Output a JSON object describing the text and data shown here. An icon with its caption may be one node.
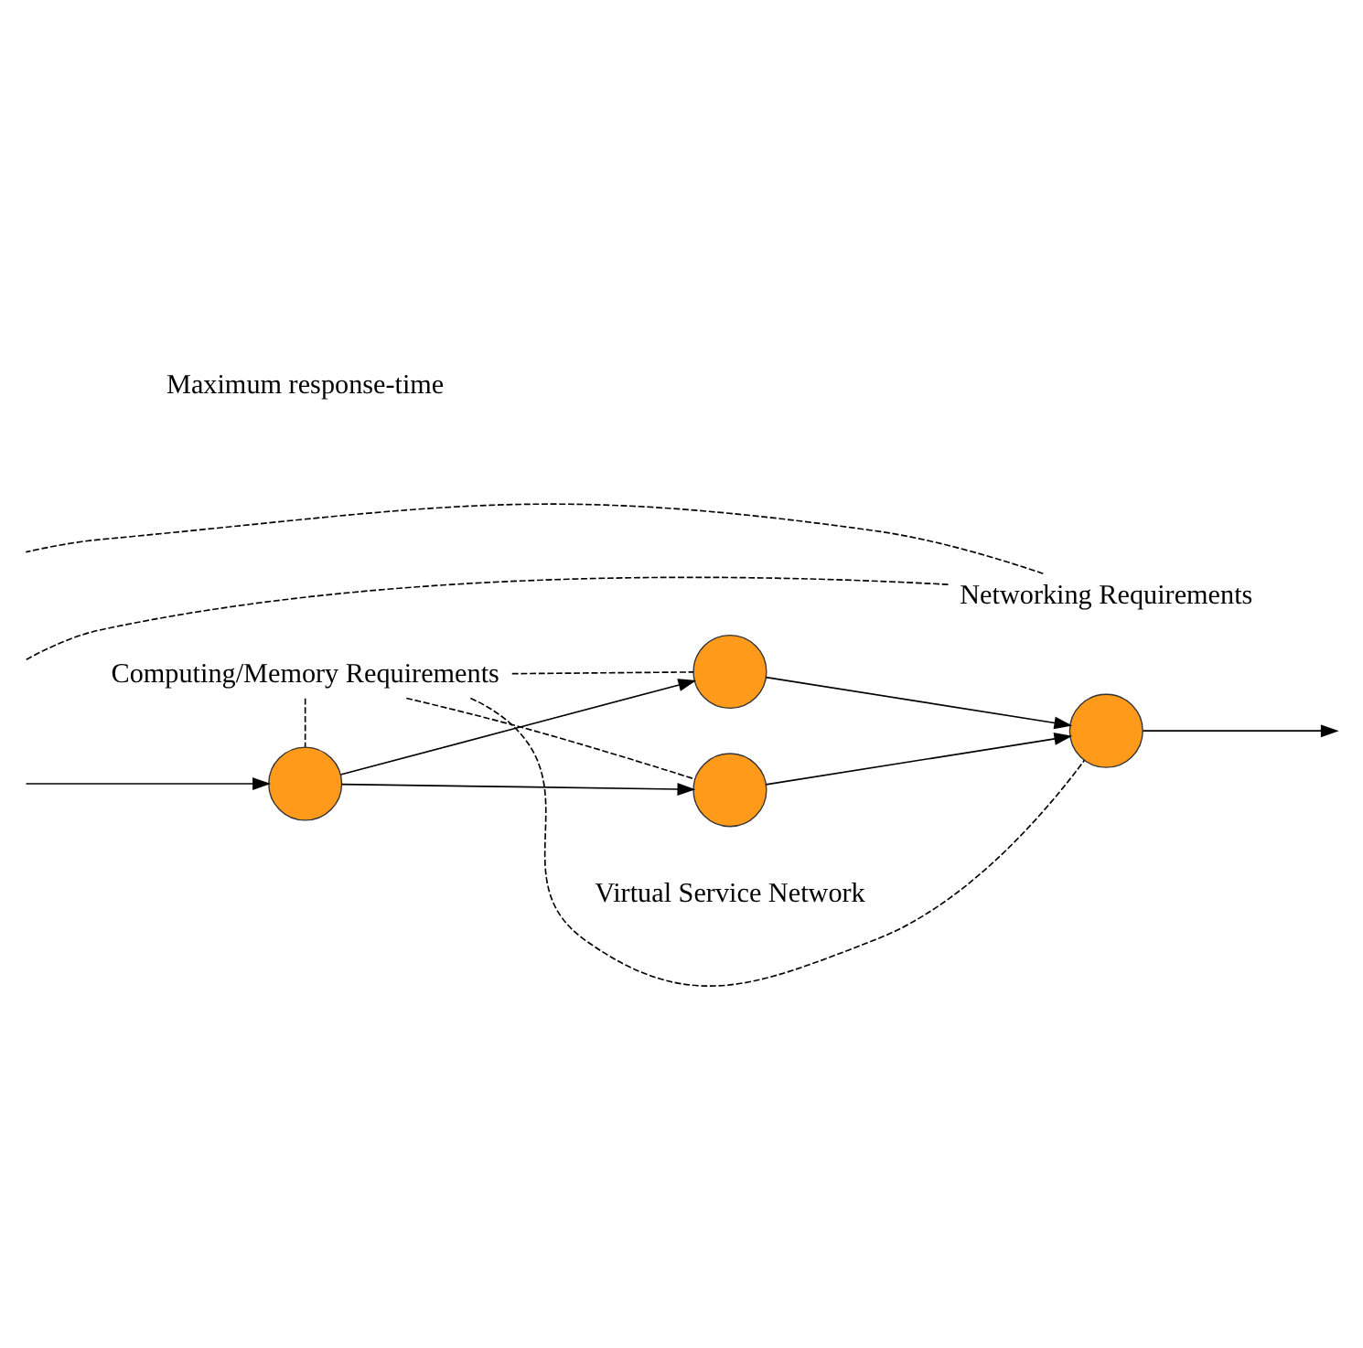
{
  "diagram": {
    "nodes": [
      {
        "text": [
          "Computing/Memory Requirements"
        ]
      },
      {
        "text": [
          "Networking Requirements"
        ]
      },
      {
        "text": [],
        "shape": "circle"
      },
      {
        "text": [],
        "shape": "circle"
      },
      {
        "text": [],
        "shape": "circle"
      },
      {
        "text": [],
        "shape": "circle"
      }
    ],
    "edges": [
      {
        "from": null,
        "to": 2,
        "arrow": "to"
      },
      {
        "from": 2,
        "to": 3,
        "arrow": "to"
      },
      {
        "from": 2,
        "to": 4,
        "arrow": "to"
      },
      {
        "from": 3,
        "to": 5,
        "arrow": "to"
      },
      {
        "from": 4,
        "to": 5,
        "arrow": "to"
      },
      {
        "from": 5,
        "to": null,
        "arrow": "to"
      },
      {
        "from": 0,
        "to": 2,
        "arrow": "none",
        "style": "dashed"
      },
      {
        "from": 0,
        "to": 3,
        "arrow": "none",
        "style": "dashed"
      },
      {
        "from": 0,
        "to": 4,
        "arrow": "none",
        "style": "dashed"
      },
      {
        "from": 0,
        "to": 5,
        "arrow": "none",
        "style": "dashed"
      },
      {
        "from": 1,
        "to": null,
        "arrow": "none",
        "style": "dashed"
      },
      {
        "from": 1,
        "to": null,
        "arrow": "none",
        "style": "dashed"
      }
    ],
    "labels": [
      "Virtual Service Network",
      "Maximum response-time"
    ]
  }
}
